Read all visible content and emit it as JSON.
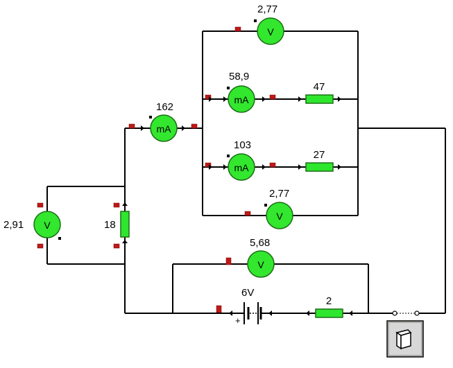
{
  "readings": {
    "v_top": "2,77",
    "ma_upper": "58,9",
    "ma_main": "162",
    "ma_lower": "103",
    "v_bottom_branch": "2,77",
    "v_left": "2,91",
    "v_source": "5,68"
  },
  "meter_symbols": {
    "volt": "V",
    "milliamp": "mA"
  },
  "resistors": {
    "r_upper": "47",
    "r_lower": "27",
    "r_left": "18",
    "r_source": "2"
  },
  "battery": {
    "voltage": "6V",
    "plus": "+"
  },
  "colors": {
    "meter_fill": "#33e62e",
    "terminal": "#c01818",
    "wire": "#000000"
  }
}
